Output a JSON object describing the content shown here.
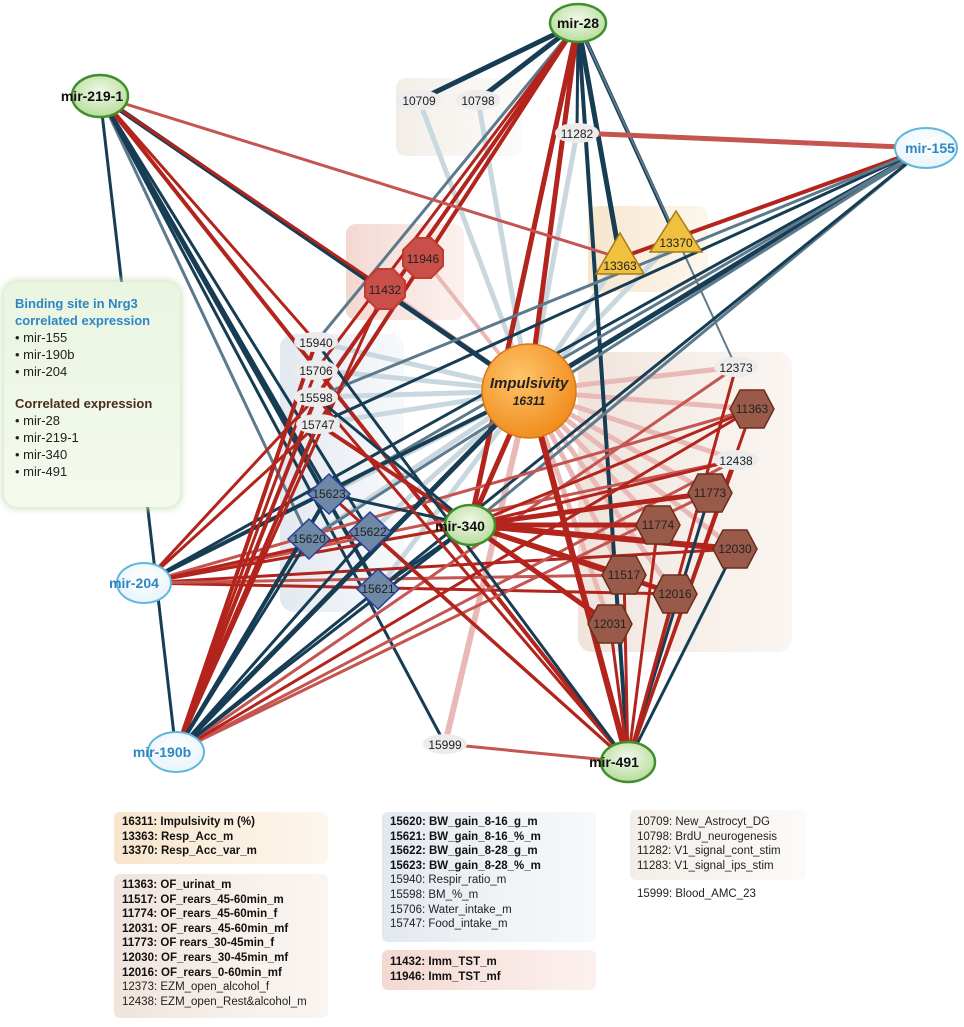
{
  "center": {
    "label": "Impulsivity",
    "id": "16311"
  },
  "mirnas": {
    "mir28": "mir-28",
    "mir219": "mir-219-1",
    "mir155": "mir-155",
    "mir204": "mir-204",
    "mir190b": "mir-190b",
    "mir340": "mir-340",
    "mir491": "mir-491"
  },
  "nodes": {
    "n10709": "10709",
    "n10798": "10798",
    "n11282": "11282",
    "n13363": "13363",
    "n13370": "13370",
    "n11946": "11946",
    "n11432": "11432",
    "n15940": "15940",
    "n15706": "15706",
    "n15598": "15598",
    "n15747": "15747",
    "n15623": "15623",
    "n15620": "15620",
    "n15622": "15622",
    "n15621": "15621",
    "n12373": "12373",
    "n11363": "11363",
    "n12438": "12438",
    "n11773": "11773",
    "n11774": "11774",
    "n12030": "12030",
    "n11517": "11517",
    "n12016": "12016",
    "n12031": "12031",
    "n15999": "15999"
  },
  "key": {
    "binding_title_1": "Binding site in Nrg3",
    "binding_title_2": "correlated expression",
    "binding_items": [
      "• mir-155",
      "• mir-190b",
      "• mir-204"
    ],
    "corr_title": "Correlated expression",
    "corr_items": [
      "• mir-28",
      "• mir-219-1",
      "• mir-340",
      "• mir-491"
    ]
  },
  "legend": {
    "orange": [
      "16311: Impulsivity m (%)",
      "13363: Resp_Acc_m",
      "13370: Resp_Acc_var_m"
    ],
    "brown": [
      {
        "t": "11363: OF_urinat_m",
        "b": true
      },
      {
        "t": "11517: OF_rears_45-60min_m",
        "b": true
      },
      {
        "t": "11774: OF_rears_45-60min_f",
        "b": true
      },
      {
        "t": "12031: OF_rears_45-60min_mf",
        "b": true
      },
      {
        "t": "11773: OF rears_30-45min_f",
        "b": true
      },
      {
        "t": "12030: OF_rears_30-45min_mf",
        "b": true
      },
      {
        "t": "12016: OF_rears_0-60min_mf",
        "b": true
      },
      {
        "t": "12373: EZM_open_alcohol_f",
        "b": false
      },
      {
        "t": "12438: EZM_open_Rest&alcohol_m",
        "b": false
      }
    ],
    "blue": [
      {
        "t": "15620: BW_gain_8-16_g_m",
        "b": true
      },
      {
        "t": "15621: BW_gain_8-16_%_m",
        "b": true
      },
      {
        "t": "15622: BW_gain_8-28_g_m",
        "b": true
      },
      {
        "t": "15623: BW_gain_8-28_%_m",
        "b": true
      },
      {
        "t": "15940: Respir_ratio_m",
        "b": false
      },
      {
        "t": "15598: BM_%_m",
        "b": false
      },
      {
        "t": "15706: Water_intake_m",
        "b": false
      },
      {
        "t": "15747: Food_intake_m",
        "b": false
      }
    ],
    "red": [
      "11432: Imm_TST_m",
      "11946: Imm_TST_mf"
    ],
    "grey": [
      "10709: New_Astrocyt_DG",
      "10798: BrdU_neurogenesis",
      "11282: V1_signal_cont_stim",
      "11283: V1_signal_ips_stim"
    ],
    "grey2": [
      "15999: Blood_AMC_23"
    ]
  },
  "colors": {
    "dark_teal": "#163d54",
    "slate": "#5d7a8c",
    "light_slate": "#c9d8df",
    "red": "#b2241c",
    "rose": "#c45550",
    "pink": "#e8b9b6",
    "orange": "#f39a2b",
    "gold": "#f0c040",
    "brown": "#9a5a4a",
    "crimson": "#c9504a",
    "steel": "#6d89a6",
    "green": "#58a83a",
    "mir_blue": "#2f86c5"
  }
}
